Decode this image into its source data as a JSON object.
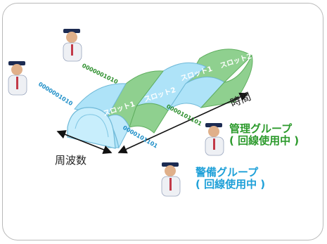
{
  "tunnel": {
    "slots": [
      {
        "label": "スロット1",
        "kind": "blue"
      },
      {
        "label": "スロット2",
        "kind": "green"
      },
      {
        "label": "スロット1",
        "kind": "blue"
      },
      {
        "label": "スロット2",
        "kind": "green"
      }
    ]
  },
  "axes": {
    "time": "時間",
    "frequency": "周波数"
  },
  "groups": {
    "management": {
      "line1": "管理グループ",
      "line2": "( 回線使用中 )"
    },
    "security": {
      "line1": "警備グループ",
      "line2": "( 回線使用中 )"
    }
  },
  "bitstreams": {
    "management_top": "0000001010",
    "security_left": "0000001010",
    "management_bottom": "0000101101",
    "security_bottom": "0000101101"
  },
  "colors": {
    "slot_blue": "#aee3f8",
    "slot_green": "#8fd08f",
    "management_text": "#2c9a2c",
    "security_text": "#1ea0d8",
    "management_bits": "#2d8f2d",
    "security_bits": "#1f8fc8"
  },
  "icons": [
    "guard-person-icon"
  ]
}
